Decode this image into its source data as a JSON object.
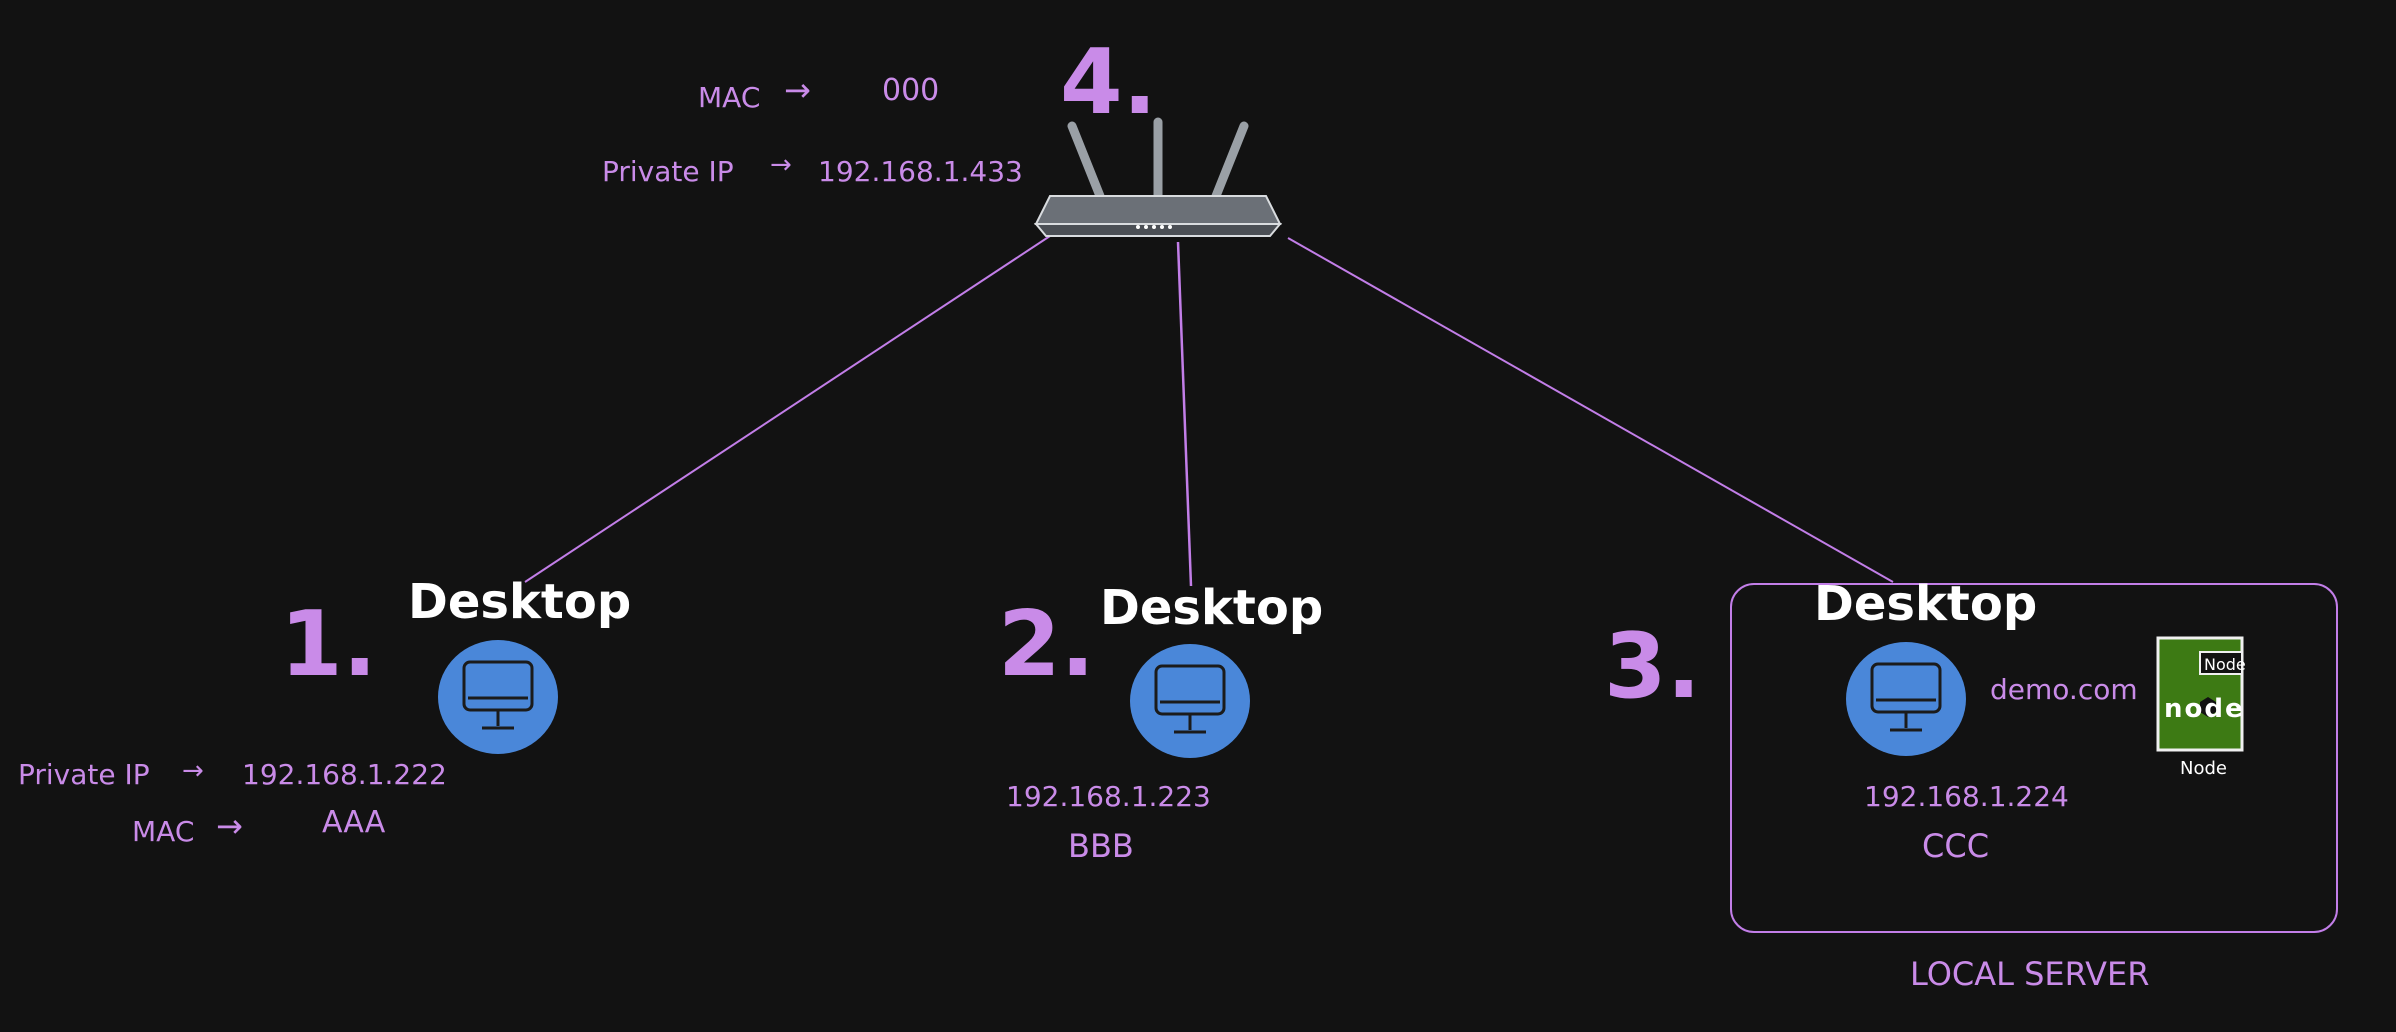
{
  "colors": {
    "background": "#121212",
    "accent": "#c98be8",
    "computer": "#4a87d9",
    "node_green": "#3d7a14"
  },
  "router": {
    "number": "4.",
    "mac_label": "MAC",
    "mac_value": "000",
    "ip_label": "Private IP",
    "ip_value": "192.168.1.433",
    "arrow": "→",
    "icon": "router-icon"
  },
  "desktops": [
    {
      "number": "1.",
      "title": "Desktop",
      "icon": "monitor-icon",
      "ip_label": "Private IP",
      "ip_value": "192.168.1.222",
      "mac_label": "MAC",
      "mac_value": "AAA",
      "arrow": "→"
    },
    {
      "number": "2.",
      "title": "Desktop",
      "icon": "monitor-icon",
      "ip_value": "192.168.1.223",
      "mac_value": "BBB"
    },
    {
      "number": "3.",
      "title": "Desktop",
      "icon": "monitor-icon",
      "ip_value": "192.168.1.224",
      "mac_value": "CCC",
      "domain": "demo.com"
    }
  ],
  "server": {
    "label": "LOCAL SERVER",
    "node_tag": "Node",
    "node_logo_text": "node",
    "node_caption": "Node",
    "icon": "nodejs-icon"
  }
}
